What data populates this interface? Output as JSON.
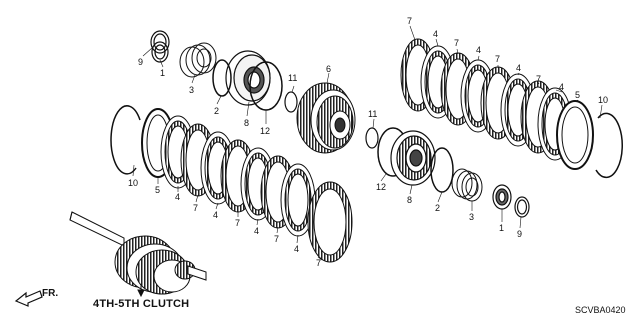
{
  "diagram": {
    "caption": "4TH-5TH CLUTCH",
    "diagram_code": "SCVBA0420",
    "direction_label": "FR.",
    "callouts": [
      {
        "id": "c1",
        "text": "9"
      },
      {
        "id": "c2",
        "text": "1"
      },
      {
        "id": "c3",
        "text": "3"
      },
      {
        "id": "c4",
        "text": "2"
      },
      {
        "id": "c5",
        "text": "8"
      },
      {
        "id": "c6",
        "text": "12"
      },
      {
        "id": "c7",
        "text": "11"
      },
      {
        "id": "c8",
        "text": "6"
      },
      {
        "id": "c9",
        "text": "11"
      },
      {
        "id": "c10",
        "text": "7"
      },
      {
        "id": "c11",
        "text": "4"
      },
      {
        "id": "c12",
        "text": "7"
      },
      {
        "id": "c13",
        "text": "4"
      },
      {
        "id": "c14",
        "text": "7"
      },
      {
        "id": "c15",
        "text": "4"
      },
      {
        "id": "c16",
        "text": "7"
      },
      {
        "id": "c17",
        "text": "4"
      },
      {
        "id": "c18",
        "text": "5"
      },
      {
        "id": "c19",
        "text": "10"
      },
      {
        "id": "c20",
        "text": "10"
      },
      {
        "id": "c21",
        "text": "5"
      },
      {
        "id": "c22",
        "text": "4"
      },
      {
        "id": "c23",
        "text": "7"
      },
      {
        "id": "c24",
        "text": "4"
      },
      {
        "id": "c25",
        "text": "7"
      },
      {
        "id": "c26",
        "text": "4"
      },
      {
        "id": "c27",
        "text": "7"
      },
      {
        "id": "c28",
        "text": "4"
      },
      {
        "id": "c29",
        "text": "7"
      },
      {
        "id": "c30",
        "text": "12"
      },
      {
        "id": "c31",
        "text": "8"
      },
      {
        "id": "c32",
        "text": "2"
      },
      {
        "id": "c33",
        "text": "3"
      },
      {
        "id": "c34",
        "text": "1"
      },
      {
        "id": "c35",
        "text": "9"
      }
    ]
  },
  "colors": {
    "line": "#111111",
    "background": "#ffffff"
  }
}
